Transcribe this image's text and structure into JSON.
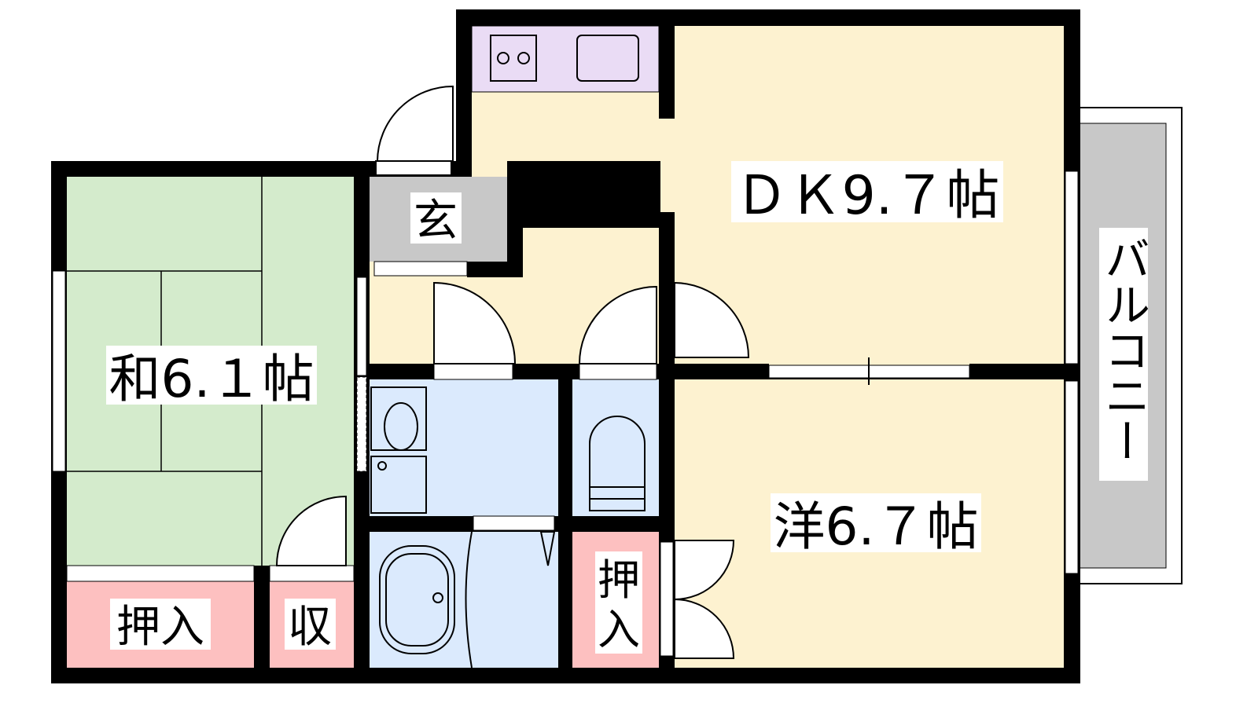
{
  "rooms": {
    "dk": {
      "label": "ＤＫ9.７帖",
      "color": "#fdf2d0"
    },
    "washitsu": {
      "label": "和6.１帖",
      "color": "#d4ebcc"
    },
    "yoshitsu": {
      "label": "洋6.７帖",
      "color": "#fdf2d0"
    },
    "genkan": {
      "label": "玄",
      "color": "#c8c8c8"
    },
    "oshiire_left": {
      "label": "押入",
      "color": "#fdc0c0"
    },
    "shuno": {
      "label": "収",
      "color": "#fdc0c0"
    },
    "oshiire_right": {
      "label_top": "押",
      "label_bottom": "入",
      "color": "#fdc0c0"
    },
    "balcony": {
      "label": "バルコニー",
      "color": "#c8c8c8"
    },
    "wet": {
      "color": "#dbeafd"
    },
    "kitchen": {
      "color": "#eadcf5"
    }
  }
}
